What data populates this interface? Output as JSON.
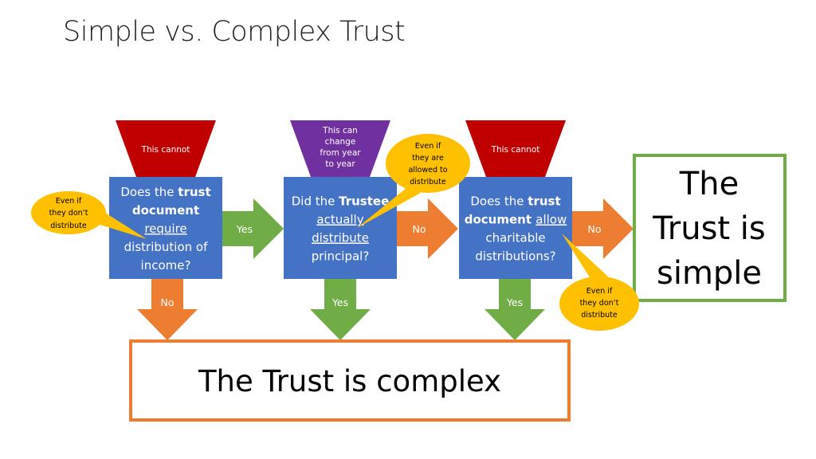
{
  "title": "Simple vs. Complex Trust",
  "colors": {
    "blue": "#4472C4",
    "red": "#C00000",
    "purple": "#7030A0",
    "green": "#70AD47",
    "orange": "#ED7D31",
    "yellow": "#FFC000"
  },
  "funnels": [
    {
      "lines": [
        "This cannot"
      ]
    },
    {
      "lines": [
        "This can",
        "change",
        "from year",
        "to year"
      ]
    },
    {
      "lines": [
        "This cannot"
      ]
    }
  ],
  "questions": [
    {
      "lines": [
        [
          {
            "t": "Does the ",
            "b": false,
            "u": false
          },
          {
            "t": "trust",
            "b": true,
            "u": false
          }
        ],
        [
          {
            "t": "document",
            "b": true,
            "u": false
          }
        ],
        [
          {
            "t": "require",
            "b": false,
            "u": true
          }
        ],
        [
          {
            "t": "distribution of",
            "b": false,
            "u": false
          }
        ],
        [
          {
            "t": "income?",
            "b": false,
            "u": false
          }
        ]
      ]
    },
    {
      "lines": [
        [
          {
            "t": "Did the ",
            "b": false,
            "u": false
          },
          {
            "t": "Trustee",
            "b": true,
            "u": false
          }
        ],
        [
          {
            "t": "actually",
            "b": false,
            "u": true
          }
        ],
        [
          {
            "t": "distribute",
            "b": false,
            "u": true
          }
        ],
        [
          {
            "t": "principal?",
            "b": false,
            "u": false
          }
        ]
      ]
    },
    {
      "lines": [
        [
          {
            "t": "Does the ",
            "b": false,
            "u": false
          },
          {
            "t": "trust",
            "b": true,
            "u": false
          }
        ],
        [
          {
            "t": "document ",
            "b": true,
            "u": false
          },
          {
            "t": "allow",
            "b": false,
            "u": true
          }
        ],
        [
          {
            "t": "charitable",
            "b": false,
            "u": false
          }
        ],
        [
          {
            "t": "distributions?",
            "b": false,
            "u": false
          }
        ]
      ]
    }
  ],
  "right_arrows": [
    "Yes",
    "No",
    "No"
  ],
  "down_arrows": [
    "No",
    "Yes",
    "Yes"
  ],
  "callouts": [
    {
      "lines": [
        "Even if",
        "they don’t",
        "distribute"
      ]
    },
    {
      "lines": [
        "Even if",
        "they are",
        "allowed to",
        "distribute"
      ]
    },
    {
      "lines": [
        "Even if",
        "they don’t",
        "distribute"
      ]
    }
  ],
  "outcomes": {
    "simple": {
      "lines": [
        "The",
        "Trust is",
        "simple"
      ]
    },
    "complex": {
      "text": "The Trust is complex"
    }
  }
}
